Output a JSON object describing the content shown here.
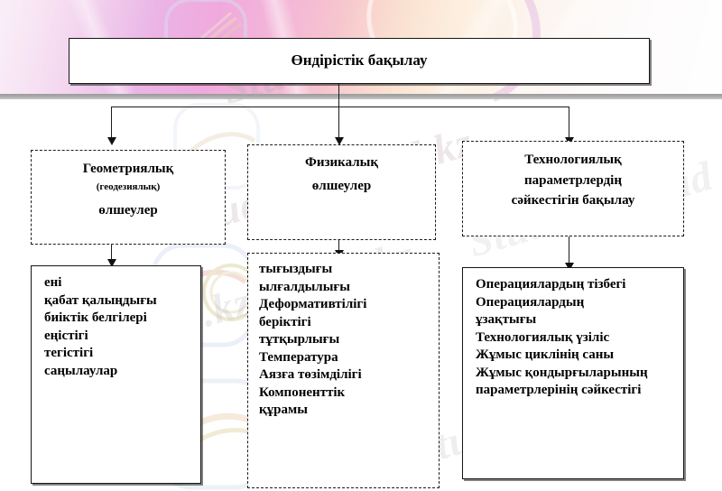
{
  "diagram": {
    "type": "hierarchy-tree",
    "language": "kk",
    "root": {
      "id": "root",
      "label": "Өндірістік бақылау"
    },
    "branches": [
      {
        "id": "branch-geometric",
        "title_lines": [
          "Геометриялық",
          "(геодезиялық)",
          "өлшеулер"
        ],
        "items": [
          "ені",
          "қабат қалыңдығы",
          "биіктік белгілері",
          "еңістігі",
          "тегістігі",
          "саңылаулар"
        ]
      },
      {
        "id": "branch-physical",
        "title_lines": [
          "Физикалық",
          "өлшеулер"
        ],
        "items": [
          "тығыздығы",
          "ылғалдылығы",
          "Деформативтілігі",
          "беріктігі",
          "тұтқырлығы",
          "Температура",
          "Аязға төзімділігі",
          "Компоненттік",
          "құрамы"
        ]
      },
      {
        "id": "branch-technological",
        "title_lines": [
          "Технологиялық",
          "параметрлердің",
          "сәйкестігін бақылау"
        ],
        "items": [
          "Операциялардың тізбегі",
          "Операциялардың",
          "ұзақтығы",
          "Технологиялық үзіліс",
          "Жұмыс циклінің  саны",
          "Жұмыс қондырғыларының",
          "параметрлерінің  сәйкестігі"
        ]
      }
    ]
  },
  "watermarks": {
    "a": "Stud.kz",
    "b": "Stud.kz - Stud.kz",
    "c": "Stud.kz - Stud.kz",
    "d": "Stud.kz",
    "e": "Stud.kz - Stud"
  },
  "colors": {
    "background_top_left": "#eab6e6",
    "background_top_mid": "#f9d8c2",
    "background_top_right": "#f6f2f3",
    "gray_band": "#9a9a9a",
    "box_border": "#151515",
    "box_fill": "#ffffff",
    "text": "#000000",
    "watermark": "#b0b0b0"
  }
}
